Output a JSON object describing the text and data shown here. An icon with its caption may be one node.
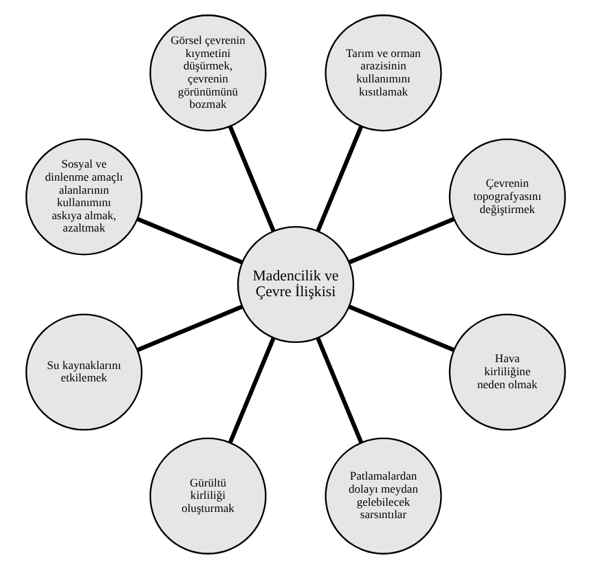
{
  "diagram": {
    "nodes": [
      {
        "text": [
          "Çevrenin topografyasını değiştirmek"
        ]
      },
      {
        "text": [
          "Tarım ve orman arazisinin kullanımını kısıtlamak"
        ]
      },
      {
        "text": [
          "Görsel çevrenin kıymetini düşürmek, çevrenin görünümünü bozmak"
        ]
      },
      {
        "text": [
          "Sosyal ve dinlenme amaçlı alanlarının kullanımını askıya almak, azaltmak"
        ]
      },
      {
        "text": [
          "Madencilik ve Çevre İlişkisi"
        ]
      },
      {
        "text": [
          "Su kaynaklarını etkilemek"
        ]
      },
      {
        "text": [
          "Gürültü kirliliği oluşturmak"
        ]
      },
      {
        "text": [
          "Patlamalardan dolayı meydan gelebilecek sarsıntılar"
        ]
      },
      {
        "text": [
          "Hava kirliliğine neden olmak"
        ]
      }
    ],
    "edges": [
      {
        "from": 4,
        "to": 0,
        "arrow": "none"
      },
      {
        "from": 4,
        "to": 2,
        "arrow": "none"
      },
      {
        "from": 4,
        "to": 5,
        "arrow": "none"
      },
      {
        "from": 4,
        "to": 7,
        "arrow": "none"
      },
      {
        "from": 4,
        "to": 8,
        "arrow": "none"
      },
      {
        "from": 4,
        "to": 6,
        "arrow": "none"
      },
      {
        "from": 4,
        "to": 3,
        "arrow": "none"
      },
      {
        "from": 4,
        "to": 1,
        "arrow": "none"
      }
    ]
  }
}
